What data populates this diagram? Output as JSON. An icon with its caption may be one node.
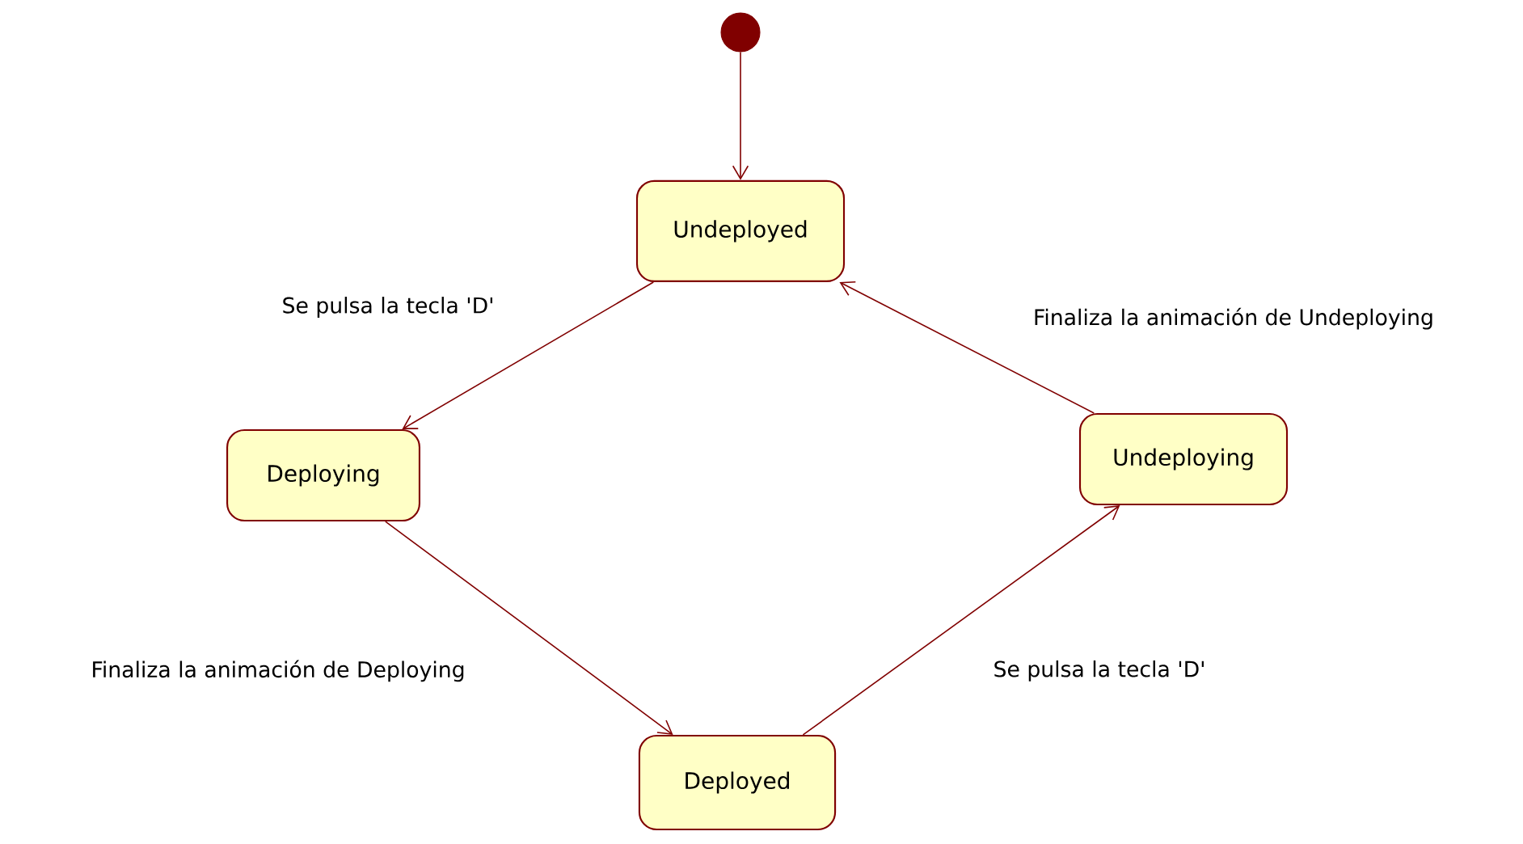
{
  "diagram": {
    "nodes": [
      {
        "text": [],
        "shape": "circle"
      },
      {
        "text": [
          "Undeployed"
        ]
      },
      {
        "text": [
          "Deploying"
        ]
      },
      {
        "text": [
          "Deployed"
        ]
      },
      {
        "text": [
          "Undeploying"
        ]
      }
    ],
    "edges": [
      {
        "from": 0,
        "to": 1,
        "arrow": "to"
      },
      {
        "from": 1,
        "to": 2,
        "arrow": "to",
        "label": "Se pulsa la tecla 'D'"
      },
      {
        "from": 2,
        "to": 3,
        "arrow": "to",
        "label": "Finaliza la animación de Deploying"
      },
      {
        "from": 3,
        "to": 4,
        "arrow": "to",
        "label": "Se pulsa la tecla 'D'"
      },
      {
        "from": 4,
        "to": 1,
        "arrow": "to",
        "label": "Finaliza la animación de Undeploying"
      }
    ]
  }
}
